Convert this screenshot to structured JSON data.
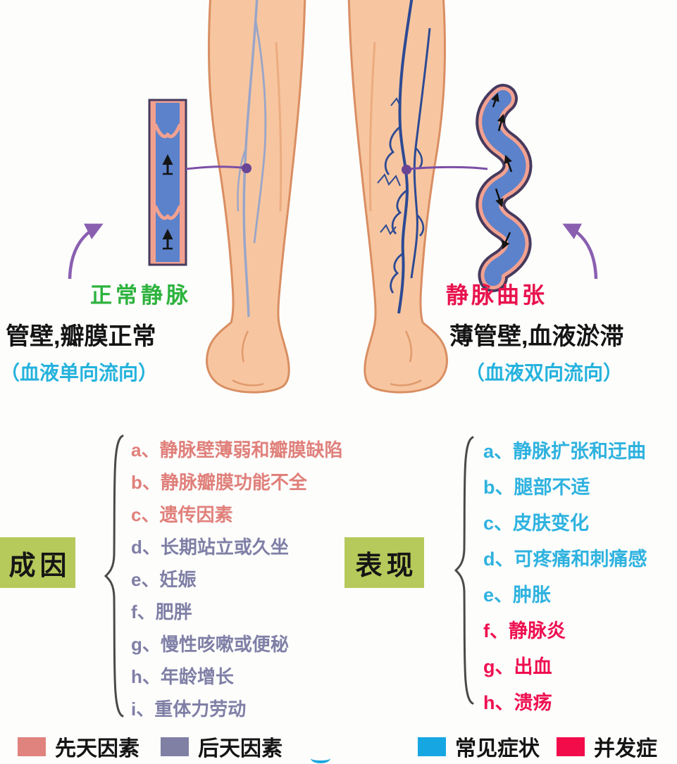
{
  "normal_vein": {
    "title": "正常静脉",
    "desc": "管壁,瓣膜正常",
    "flow": "（血液单向流向）"
  },
  "varicose_vein": {
    "title": "静脉曲张",
    "desc": "薄管壁,血液淤滞",
    "flow": "（血液双向流向）"
  },
  "causes": {
    "label": "成因",
    "items": [
      {
        "text": "a、静脉壁薄弱和瓣膜缺陷",
        "type": "congenital"
      },
      {
        "text": "b、静脉瓣膜功能不全",
        "type": "congenital"
      },
      {
        "text": "c、遗传因素",
        "type": "congenital"
      },
      {
        "text": "d、长期站立或久坐",
        "type": "acquired"
      },
      {
        "text": "e、妊娠",
        "type": "acquired"
      },
      {
        "text": "f、肥胖",
        "type": "acquired"
      },
      {
        "text": "g、慢性咳嗽或便秘",
        "type": "acquired"
      },
      {
        "text": "h、年龄增长",
        "type": "acquired"
      },
      {
        "text": "i、重体力劳动",
        "type": "acquired"
      }
    ]
  },
  "manifestations": {
    "label": "表现",
    "items": [
      {
        "text": "a、静脉扩张和迂曲",
        "type": "symptom"
      },
      {
        "text": "b、腿部不适",
        "type": "symptom"
      },
      {
        "text": "c、皮肤变化",
        "type": "symptom"
      },
      {
        "text": "d、可疼痛和刺痛感",
        "type": "symptom"
      },
      {
        "text": "e、肿胀",
        "type": "symptom"
      },
      {
        "text": "f、静脉炎",
        "type": "complication"
      },
      {
        "text": "g、出血",
        "type": "complication"
      },
      {
        "text": "h、溃疡",
        "type": "complication"
      }
    ]
  },
  "legend": {
    "congenital": "先天因素",
    "acquired": "后天因素",
    "symptom": "常见症状",
    "complication": "并发症"
  },
  "colors": {
    "congenital": "#e0837e",
    "acquired": "#8080a5",
    "symptom": "#16a7e2",
    "complication": "#f20d4a",
    "normal_title": "#2eb33e",
    "varicose_title": "#e8124d",
    "flow_text": "#25b2dd",
    "label_box": "#b6c95b",
    "skin": "#f7c6a0",
    "vein_blue": "#5b82ca",
    "vein_wall_pink": "#f2a191",
    "connector_purple": "#7b4fa6"
  }
}
